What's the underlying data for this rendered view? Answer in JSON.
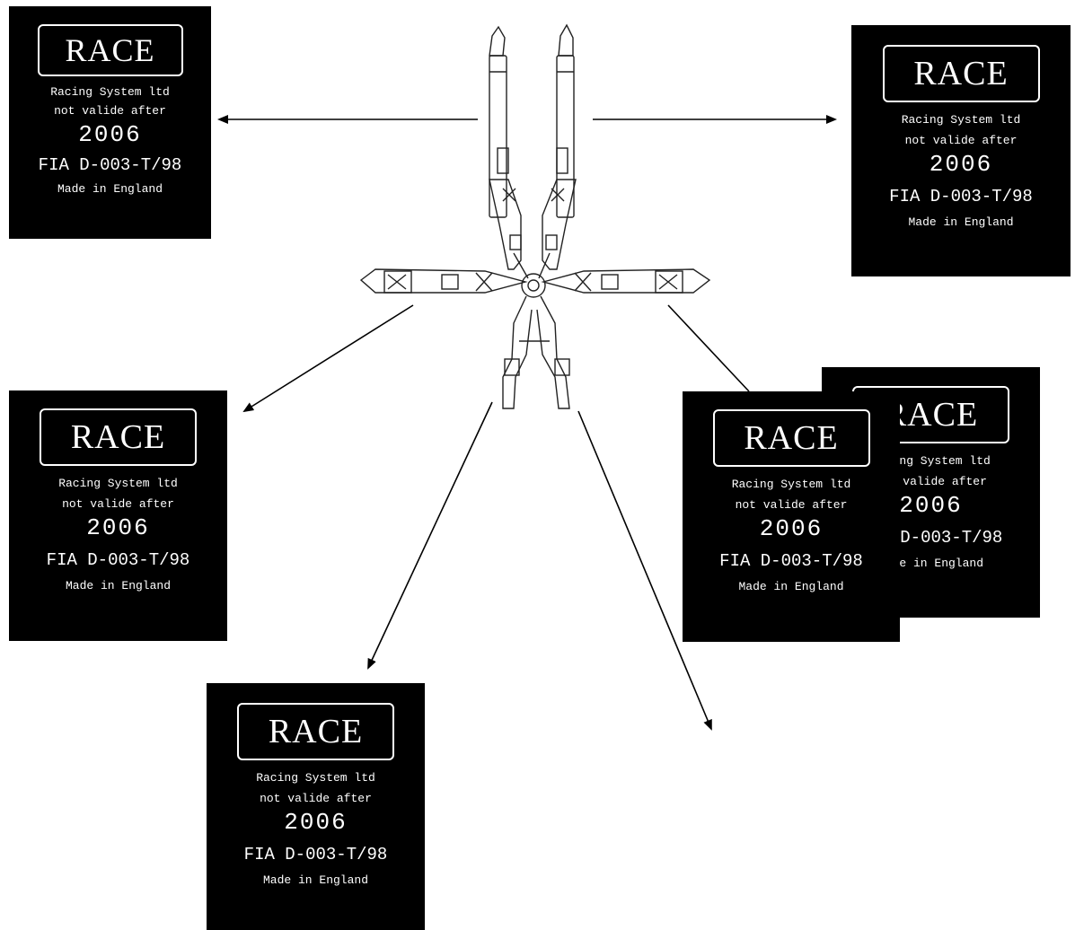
{
  "label": {
    "brand": "RACE",
    "company": "Racing System ltd",
    "validity": "not valide after",
    "year": "2006",
    "certification": "FIA D-003-T/98",
    "origin": "Made in England"
  },
  "labels": [
    {
      "id": "left-shoulder-label"
    },
    {
      "id": "right-shoulder-label"
    },
    {
      "id": "left-lap-label"
    },
    {
      "id": "right-lap-label-back"
    },
    {
      "id": "right-lap-label-front"
    },
    {
      "id": "crotch-left-label"
    }
  ],
  "colors": {
    "label_bg": "#000000",
    "label_text": "#ffffff",
    "line": "#000000"
  }
}
